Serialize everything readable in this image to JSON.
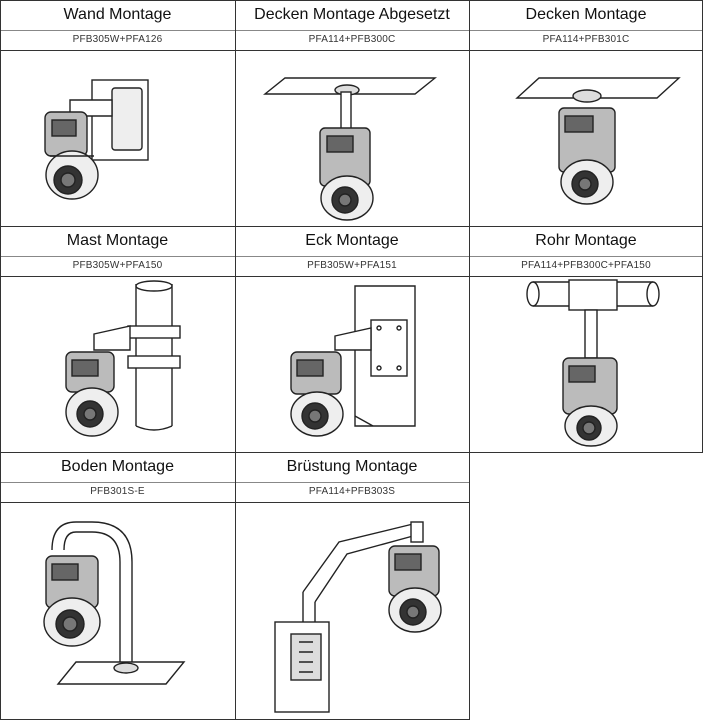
{
  "panels": [
    {
      "title": "Wand Montage",
      "model": "PFB305W+PFA126",
      "illustration": "wall-mount-icon"
    },
    {
      "title": "Decken Montage Abgesetzt",
      "model": "PFA114+PFB300C",
      "illustration": "pendant-ceiling-mount-icon"
    },
    {
      "title": "Decken Montage",
      "model": "PFA114+PFB301C",
      "illustration": "ceiling-mount-icon"
    },
    {
      "title": "Mast Montage",
      "model": "PFB305W+PFA150",
      "illustration": "pole-mount-icon"
    },
    {
      "title": "Eck Montage",
      "model": "PFB305W+PFA151",
      "illustration": "corner-mount-icon"
    },
    {
      "title": "Rohr Montage",
      "model": "PFA114+PFB300C+PFA150",
      "illustration": "pipe-mount-icon"
    },
    {
      "title": "Boden Montage",
      "model": "PFB301S-E",
      "illustration": "floor-mount-icon"
    },
    {
      "title": "Brüstung Montage",
      "model": "PFA114+PFB303S",
      "illustration": "parapet-mount-icon"
    }
  ]
}
